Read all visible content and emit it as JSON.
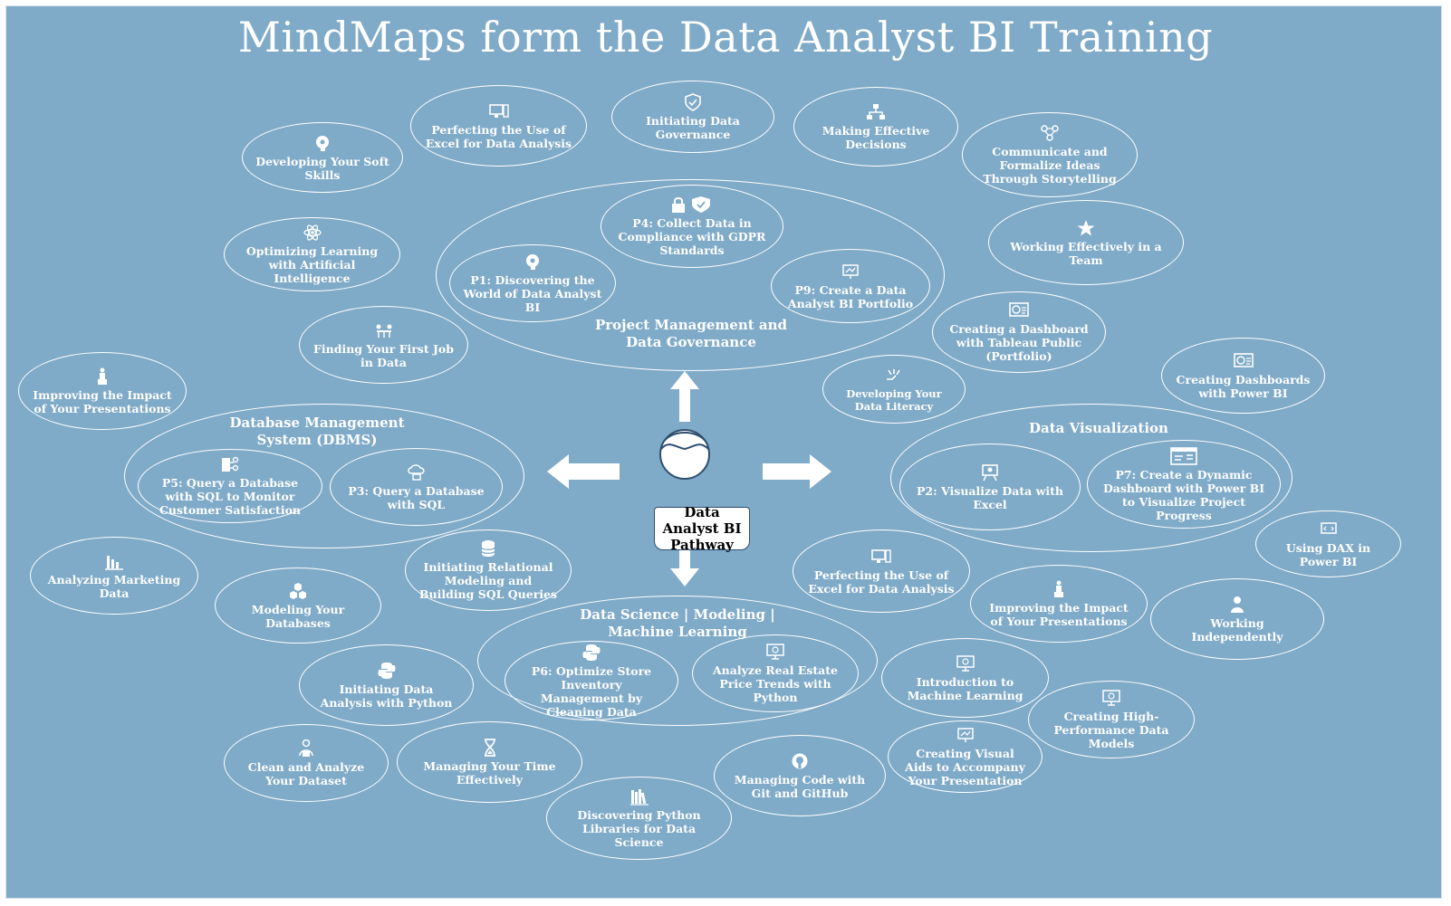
{
  "title": "MindMaps form the Data Analyst BI Training",
  "center": {
    "label": "Data Analyst BI Pathway"
  },
  "groups": {
    "project": "Project Management and Data Governance",
    "dbms": "Database Management System (DBMS)",
    "dataviz": "Data Visualization",
    "datascience": "Data Science | Modeling | Machine Learning"
  },
  "nodes": {
    "soft_skills": "Developing Your Soft Skills",
    "excel_top": "Perfecting the Use of Excel for Data Analysis",
    "governance": "Initiating Data Governance",
    "decisions": "Making Effective Decisions",
    "storytelling": "Communicate and Formalize Ideas Through Storytelling",
    "ai_learning": "Optimizing Learning with Artificial Intelligence",
    "p4": "P4: Collect Data in Compliance with GDPR Standards",
    "p1": "P1: Discovering the World of Data Analyst BI",
    "p9": "P9: Create a Data Analyst BI Portfolio",
    "team": "Working Effectively in a Team",
    "first_job": "Finding Your First Job in Data",
    "tableau": "Creating a Dashboard with Tableau Public (Portfolio)",
    "presentations_left": "Improving the Impact of Your Presentations",
    "powerbi_dash": "Creating Dashboards with Power BI",
    "data_literacy": "Developing Your Data Literacy",
    "p5": "P5: Query a Database with SQL to Monitor Customer Satisfaction",
    "p3": "P3: Query a Database with SQL",
    "p2": "P2: Visualize Data with Excel",
    "p7": "P7: Create a Dynamic Dashboard with Power BI to Visualize Project Progress",
    "dax": "Using DAX in Power BI",
    "marketing": "Analyzing Marketing Data",
    "relational": "Initiating Relational Modeling and Building SQL Queries",
    "excel_bottom": "Perfecting the Use of Excel for Data Analysis",
    "modeling_db": "Modeling Your Databases",
    "presentations_right": "Improving the Impact of Your Presentations",
    "independent": "Working Independently",
    "python_intro": "Initiating Data Analysis with Python",
    "p6": "P6: Optimize Store Inventory Management by Cleaning Data",
    "real_estate": "Analyze Real Estate Price Trends with Python",
    "ml_intro": "Introduction to Machine Learning",
    "hp_models": "Creating High-Performance Data Models",
    "clean_dataset": "Clean and Analyze Your Dataset",
    "time": "Managing Your Time Effectively",
    "git": "Managing Code with Git and GitHub",
    "visual_aids": "Creating Visual Aids to Accompany Your Presentation",
    "python_libs": "Discovering Python Libraries for Data Science"
  },
  "colors": {
    "background": "#7faac8",
    "stroke": "#ffffff",
    "center_border": "#2f4f6f"
  },
  "icons": {
    "soft_skills": "head-gears-icon",
    "excel_top": "computer-icon",
    "governance": "shield-check-icon",
    "decisions": "org-chart-icon",
    "storytelling": "network-icon",
    "ai_learning": "atom-icon",
    "p4": "lock-shield-icon",
    "p1": "head-gears-icon",
    "p9": "presentation-icon",
    "team": "team-star-icon",
    "first_job": "meeting-icon",
    "tableau": "dashboard-icon",
    "presentations_left": "speaker-icon",
    "powerbi_dash": "dashboard-icon",
    "data_literacy": "hand-data-icon",
    "p5": "database-network-icon",
    "p3": "cloud-server-icon",
    "p2": "easel-icon",
    "p7": "dashboard-window-icon",
    "dax": "code-screen-icon",
    "marketing": "bar-chart-icon",
    "relational": "database-icon",
    "excel_bottom": "computer-icon",
    "modeling_db": "cubes-icon",
    "presentations_right": "speaker-icon",
    "independent": "worker-icon",
    "python_intro": "python-icon",
    "p6": "python-icon",
    "real_estate": "ml-screen-icon",
    "ml_intro": "ml-screen-icon",
    "hp_models": "ml-screen-icon",
    "clean_dataset": "analyst-icon",
    "time": "hourglass-icon",
    "git": "github-icon",
    "visual_aids": "presentation-icon",
    "python_libs": "books-icon",
    "center": "person-icon"
  }
}
